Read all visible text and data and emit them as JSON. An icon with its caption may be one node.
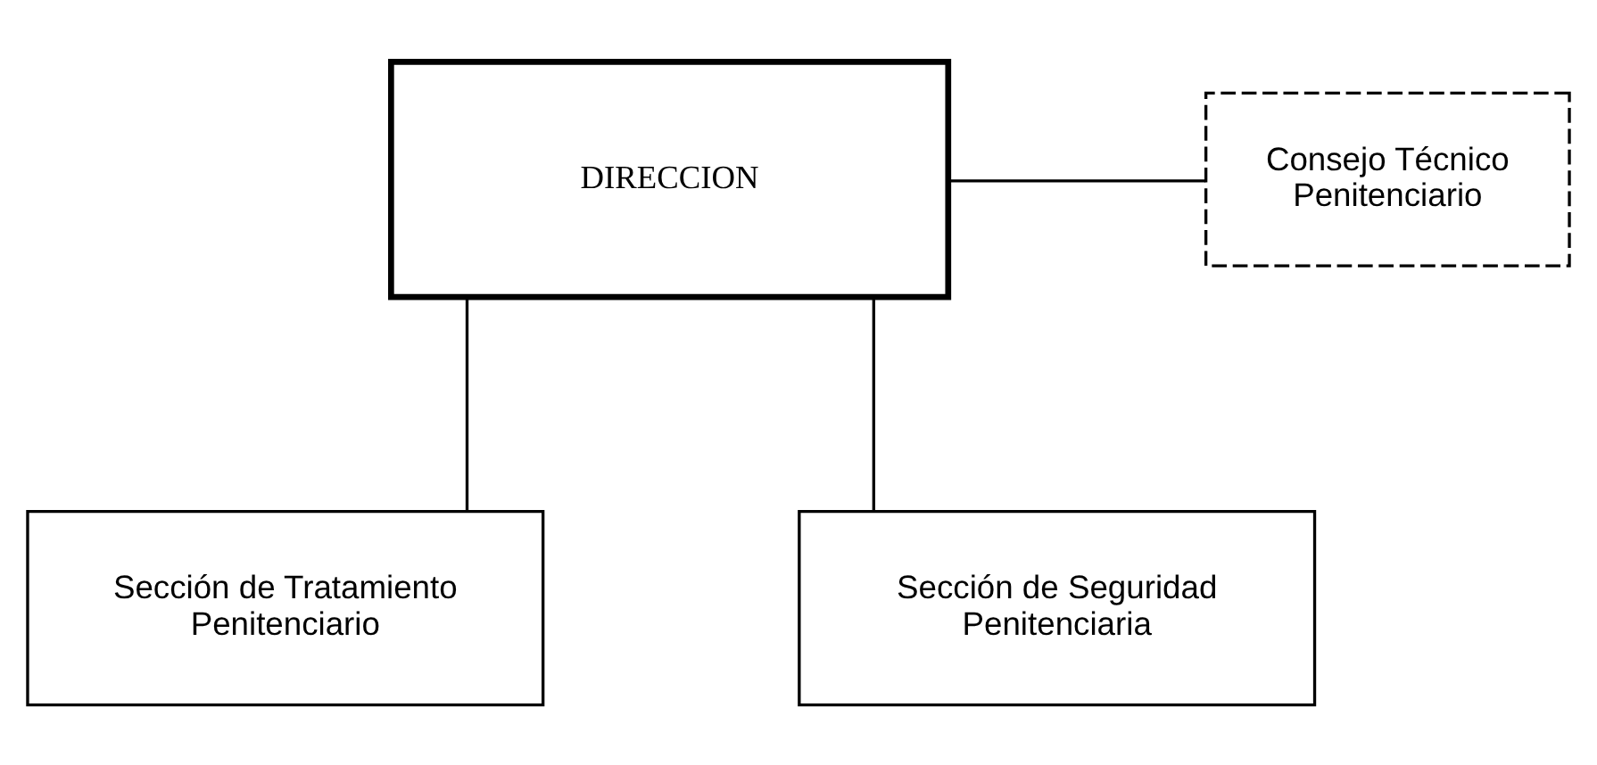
{
  "diagram": {
    "nodes": [
      {
        "text": [
          "DIRECCION"
        ]
      },
      {
        "text": [
          "Consejo Técnico Penitenciario"
        ]
      },
      {
        "text": [
          "Sección de Tratamiento Penitenciario"
        ]
      },
      {
        "text": [
          "Sección de Seguridad Penitenciaria"
        ]
      }
    ],
    "edges": [
      {
        "from": 0,
        "to": 1,
        "arrow": "none"
      },
      {
        "from": 0,
        "to": 2,
        "arrow": "none"
      },
      {
        "from": 0,
        "to": 3,
        "arrow": "none"
      }
    ]
  }
}
